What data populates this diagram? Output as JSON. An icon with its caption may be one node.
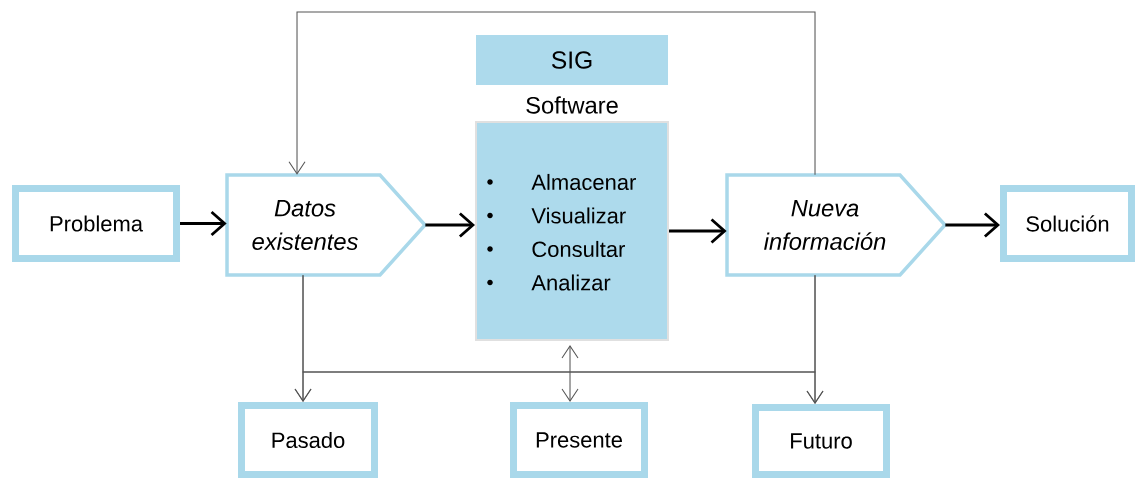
{
  "diagram": {
    "nodes": [
      {
        "text": [
          "Problema"
        ]
      },
      {
        "text": [
          "Datos existentes"
        ]
      },
      {
        "text": [
          "SIG"
        ]
      },
      {
        "text": [
          "Software",
          "Almacenar",
          "Visualizar",
          "Consultar",
          "Analizar"
        ]
      },
      {
        "text": [
          "Nueva información"
        ]
      },
      {
        "text": [
          "Solución"
        ]
      },
      {
        "text": [
          "Pasado"
        ]
      },
      {
        "text": [
          "Presente"
        ]
      },
      {
        "text": [
          "Futuro"
        ]
      }
    ],
    "edges": [
      {
        "from": 0,
        "to": 1,
        "arrow": "to",
        "style": "thick",
        "color": "#000000"
      },
      {
        "from": 1,
        "to": 3,
        "arrow": "to",
        "style": "thick",
        "color": "#000000"
      },
      {
        "from": 3,
        "to": 4,
        "arrow": "to",
        "style": "thick",
        "color": "#000000"
      },
      {
        "from": 4,
        "to": 5,
        "arrow": "to",
        "style": "thick",
        "color": "#000000"
      },
      {
        "from": 4,
        "to": 1,
        "arrow": "to"
      },
      {
        "from": 1,
        "to": 6,
        "arrow": "to"
      },
      {
        "from": 1,
        "to": 8,
        "arrow": "to"
      },
      {
        "from": 4,
        "to": 6,
        "arrow": "to"
      },
      {
        "from": 4,
        "to": 8,
        "arrow": "to"
      },
      {
        "from": 3,
        "to": 7,
        "arrow": "both"
      }
    ]
  }
}
